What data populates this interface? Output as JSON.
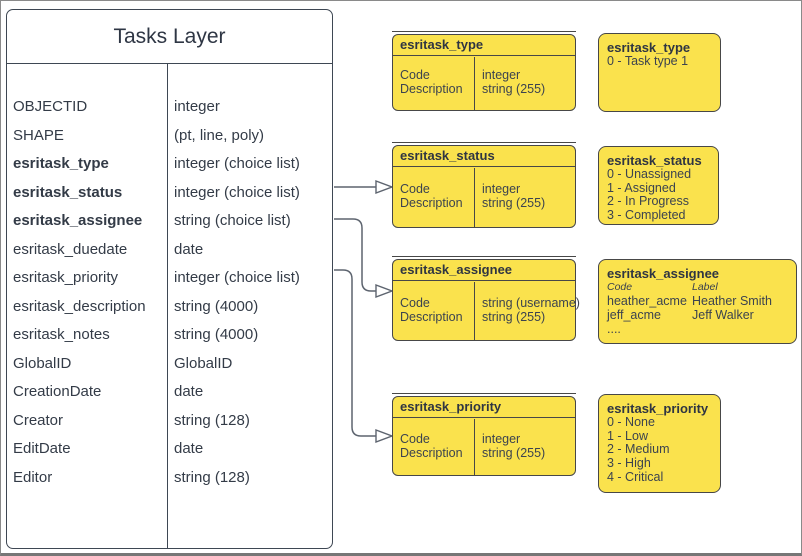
{
  "colors": {
    "node_fill": "#FAE24D",
    "node_border": "#474747",
    "table_border": "#3e4753",
    "connector": "#5d646f",
    "text": "#333b47"
  },
  "tasks_layer": {
    "title": "Tasks Layer",
    "fields": [
      {
        "name": "OBJECTID",
        "type": "integer"
      },
      {
        "name": "SHAPE",
        "type": "(pt, line, poly)"
      },
      {
        "name": "esritask_type",
        "type": "integer (choice list)"
      },
      {
        "name": "esritask_status",
        "type": "integer (choice list)"
      },
      {
        "name": "esritask_assignee",
        "type": "string (choice list)"
      },
      {
        "name": "esritask_duedate",
        "type": "date"
      },
      {
        "name": "esritask_priority",
        "type": "integer (choice list)"
      },
      {
        "name": "esritask_description",
        "type": "string (4000)"
      },
      {
        "name": "esritask_notes",
        "type": "string (4000)"
      },
      {
        "name": "GlobalID",
        "type": "GlobalID"
      },
      {
        "name": "CreationDate",
        "type": "date"
      },
      {
        "name": "Creator",
        "type": "string (128)"
      },
      {
        "name": "EditDate",
        "type": "date"
      },
      {
        "name": "Editor",
        "type": "string (128)"
      }
    ]
  },
  "schema_boxes": [
    {
      "title": "esritask_type",
      "rows": [
        {
          "field": "Code",
          "type": "integer"
        },
        {
          "field": "Description",
          "type": "string (255)"
        }
      ]
    },
    {
      "title": "esritask_status",
      "rows": [
        {
          "field": "Code",
          "type": "integer"
        },
        {
          "field": "Description",
          "type": "string (255)"
        }
      ]
    },
    {
      "title": "esritask_assignee",
      "rows": [
        {
          "field": "Code",
          "type": "string (username)"
        },
        {
          "field": "Description",
          "type": "string (255)"
        }
      ]
    },
    {
      "title": "esritask_priority",
      "rows": [
        {
          "field": "Code",
          "type": "integer"
        },
        {
          "field": "Description",
          "type": "string (255)"
        }
      ]
    }
  ],
  "value_boxes": [
    {
      "title": "esritask_type",
      "lines": [
        "0 - Task type 1"
      ]
    },
    {
      "title": "esritask_status",
      "lines": [
        "0 - Unassigned",
        "1 - Assigned",
        "2 - In Progress",
        "3 - Completed"
      ]
    },
    {
      "title": "esritask_assignee",
      "col_headers": [
        "Code",
        "Label"
      ],
      "rows": [
        [
          "heather_acme",
          "Heather Smith"
        ],
        [
          "jeff_acme",
          "Jeff Walker"
        ]
      ],
      "more": "...."
    },
    {
      "title": "esritask_priority",
      "lines": [
        "0 - None",
        "1 - Low",
        "2 - Medium",
        "3 - High",
        "4 - Critical"
      ]
    }
  ]
}
